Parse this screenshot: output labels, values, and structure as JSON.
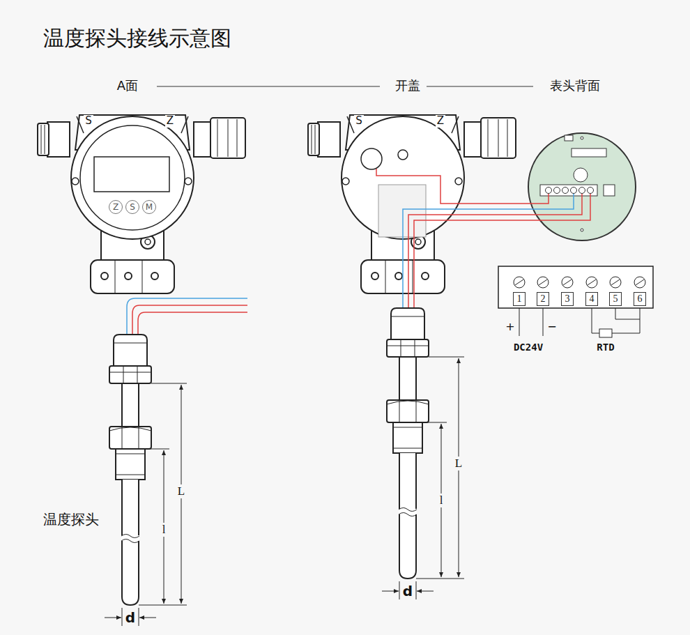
{
  "diagram": {
    "title": "温度探头接线示意图",
    "nodes": [
      {
        "text": [
          "Z"
        ]
      },
      {
        "text": [
          "S"
        ]
      },
      {
        "text": [
          "M"
        ]
      },
      {
        "text": [
          "1"
        ]
      },
      {
        "text": [
          "2"
        ]
      },
      {
        "text": [
          "3"
        ]
      },
      {
        "text": [
          "4"
        ]
      },
      {
        "text": [
          "5"
        ]
      },
      {
        "text": [
          "6"
        ]
      }
    ],
    "labels": [
      "A面",
      "开盖",
      "表头背面",
      "S",
      "Z",
      "S",
      "Z",
      "温度探头",
      "L",
      "l",
      "d",
      "L",
      "l",
      "d",
      "+",
      "−",
      "DC24V",
      "RTD"
    ]
  }
}
